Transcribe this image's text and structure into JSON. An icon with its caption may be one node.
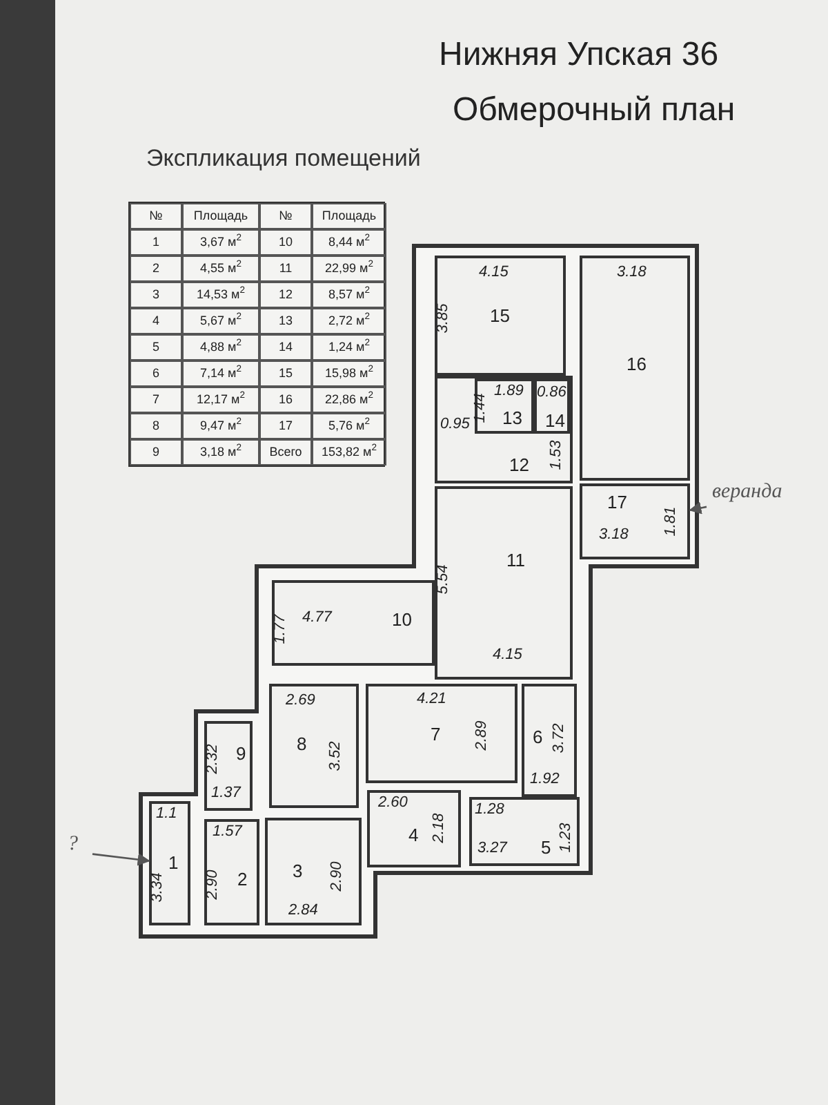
{
  "diagram": {
    "title": "Нижняя Упская 36",
    "nodes": [
      {
        "text": [
          "1.1",
          "1",
          "3.34"
        ]
      },
      {
        "text": [
          "1.57",
          "2",
          "2.90"
        ]
      },
      {
        "text": [
          "3",
          "2.90",
          "2.84"
        ]
      },
      {
        "text": [
          "2.60",
          "4",
          "2.18"
        ]
      },
      {
        "text": [
          "1.28",
          "3.27",
          "5",
          "1.23"
        ]
      },
      {
        "text": [
          "6",
          "3.72",
          "1.92"
        ]
      },
      {
        "text": [
          "4.21",
          "7",
          "2.89"
        ]
      },
      {
        "text": [
          "2.69",
          "8",
          "3.52"
        ]
      },
      {
        "text": [
          "2.32",
          "9",
          "1.37"
        ]
      },
      {
        "text": [
          "1.77",
          "4.77",
          "10"
        ]
      },
      {
        "text": [
          "11",
          "5.54",
          "4.15"
        ]
      },
      {
        "text": [
          "12",
          "0.95",
          "1.53"
        ]
      },
      {
        "text": [
          "1.89",
          "1.44",
          "13"
        ],
        "in": 11
      },
      {
        "text": [
          "0.86",
          "14"
        ],
        "in": 11
      },
      {
        "text": [
          "4.15",
          "15",
          "3.85"
        ]
      },
      {
        "text": [
          "3.18",
          "16"
        ]
      },
      {
        "text": [
          "17",
          "3.18",
          "1.81"
        ]
      },
      {
        "text": [
          "?"
        ]
      },
      {
        "text": [
          "веранда"
        ]
      }
    ],
    "edges": [
      {
        "from": 17,
        "to": 0,
        "arrow": "to"
      },
      {
        "from": 18,
        "to": 16,
        "arrow": "to"
      }
    ],
    "labels": [
      "Обмерочный план",
      "Экспликация помещений",
      "№",
      "Площадь",
      "№",
      "Площадь",
      "1",
      "3,67 м$^{2}$",
      "10",
      "8,44 м$^{2}$",
      "2",
      "4,55 м$^{2}$",
      "11",
      "22,99 м$^{2}$",
      "3",
      "14,53 м$^{2}$",
      "12",
      "8,57 м$^{2}$",
      "4",
      "5,67 м$^{2}$",
      "13",
      "2,72 м$^{2}$",
      "5",
      "4,88 м$^{2}$",
      "14",
      "1,24 м$^{2}$",
      "6",
      "7,14 м$^{2}$",
      "15",
      "15,98 м$^{2}$",
      "7",
      "12,17 м$^{2}$",
      "16",
      "22,86 м$^{2}$",
      "8",
      "9,47 м$^{2}$",
      "17",
      "5,76 м$^{2}$",
      "9",
      "3,18 м$^{2}$",
      "Всего",
      "153,82 м$^{2}$"
    ]
  }
}
